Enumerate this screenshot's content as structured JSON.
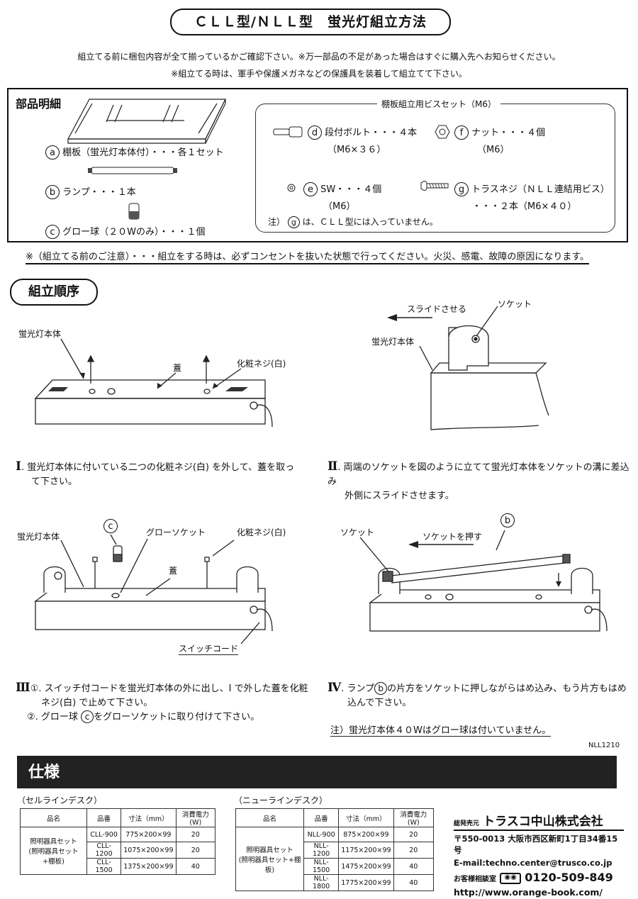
{
  "header": {
    "title": "ＣＬＬ型/ＮＬＬ型　蛍光灯組立方法",
    "intro1": "組立てる前に梱包内容が全て揃っているかご確認下さい。※万一部品の不足があった場合はすぐに購入先へお知らせください。",
    "intro2": "※組立てる時は、軍手や保護メガネなどの保護具を装着して組立てて下さい。"
  },
  "parts": {
    "heading": "部品明細",
    "a": {
      "mark": "a",
      "text": "棚板（蛍光灯本体付）・・・各１セット"
    },
    "b": {
      "mark": "b",
      "text": "ランプ・・・１本"
    },
    "c": {
      "mark": "c",
      "text": "グロー球（２０Wのみ）・・・１個"
    },
    "screwset_title": "棚板組立用ビスセット（M6）",
    "d": {
      "mark": "d",
      "text": "段付ボルト・・・４本",
      "sub": "（M6×３６）"
    },
    "f": {
      "mark": "f",
      "text": "ナット・・・４個",
      "sub": "（M6）"
    },
    "e": {
      "mark": "e",
      "text": "SW・・・４個",
      "sub": "（M6）"
    },
    "g": {
      "mark": "g",
      "text": "トラスネジ（ＮＬＬ連結用ビス）",
      "sub": "・・・２本（M6×４０）"
    },
    "note_pre": "注）",
    "note_mark": "g",
    "note_post": "は、ＣＬＬ型には入っていません。"
  },
  "caution": "※（組立てる前のご注意）・・・組立をする時は、必ずコンセントを抜いた状態で行ってください。火災、感電、故障の原因になります。",
  "steps": {
    "heading": "組立順序",
    "fig1": {
      "body": "蛍光灯本体",
      "cover": "蓋",
      "screw": "化粧ネジ(白)"
    },
    "fig2": {
      "slide": "スライドさせる",
      "socket": "ソケット",
      "body": "蛍光灯本体"
    },
    "fig3": {
      "body": "蛍光灯本体",
      "c": "c",
      "glow": "グローソケット",
      "screw": "化粧ネジ(白)",
      "cover": "蓋",
      "cord": "スイッチコード"
    },
    "fig4": {
      "socket": "ソケット",
      "push": "ソケットを押す",
      "b": "b"
    },
    "s1_num": "Ⅰ",
    "s1_l1": ". 蛍光灯本体に付いている二つの化粧ネジ(白) を外して、蓋を取っ",
    "s1_l2": "て下さい。",
    "s2_num": "Ⅱ",
    "s2_l1": ". 両端のソケットを図のように立てて蛍光灯本体をソケットの溝に差込み",
    "s2_l2": "外側にスライドさせます。",
    "s3_num": "Ⅲ",
    "s3_l1": "①. スイッチ付コードを蛍光灯本体の外に出し、Ⅰ で外した蓋を化粧",
    "s3_l2": "ネジ(白) で止めて下さい。",
    "s3_l3": "②. グロー球",
    "s3_mark": "c",
    "s3_l3b": "をグローソケットに取り付けて下さい。",
    "s4_num": "Ⅳ",
    "s4_l1a": ". ランプ",
    "s4_mark": "b",
    "s4_l1b": "の片方をソケットに押しながらはめ込み、もう片方もはめ",
    "s4_l2": "込んで下さい。",
    "note": "注）蛍光灯本体４０Wはグロー球は付いていません。",
    "code": "NLL1210"
  },
  "spec": {
    "title": "仕様",
    "cll_caption": "（セルラインデスク）",
    "nll_caption": "（ニューラインデスク）",
    "headers": [
      "品名",
      "品番",
      "寸法（mm）",
      "消費電力(W)"
    ],
    "cll_name1": "照明器具セット",
    "cll_name2": "(照明器具セット+棚板)",
    "cll_rows": [
      [
        "CLL-900",
        "775×200×99",
        "20"
      ],
      [
        "CLL-1200",
        "1075×200×99",
        "20"
      ],
      [
        "CLL-1500",
        "1375×200×99",
        "40"
      ]
    ],
    "nll_name1": "照明器具セット",
    "nll_name2": "(照明器具セット+棚板)",
    "nll_rows": [
      [
        "NLL-900",
        "875×200×99",
        "20"
      ],
      [
        "NLL-1200",
        "1175×200×99",
        "20"
      ],
      [
        "NLL-1500",
        "1475×200×99",
        "40"
      ],
      [
        "NLL-1800",
        "1775×200×99",
        "40"
      ]
    ]
  },
  "company": {
    "label": "総発売元",
    "name": "トラスコ中山株式会社",
    "address": "〒550-0013 大阪市西区新町1丁目34番15号",
    "email": "E-mail:techno.center@trusco.co.jp",
    "phone_label": "お客様相談室",
    "phone": "0120-509-849",
    "url": "http://www.orange-book.com/"
  }
}
